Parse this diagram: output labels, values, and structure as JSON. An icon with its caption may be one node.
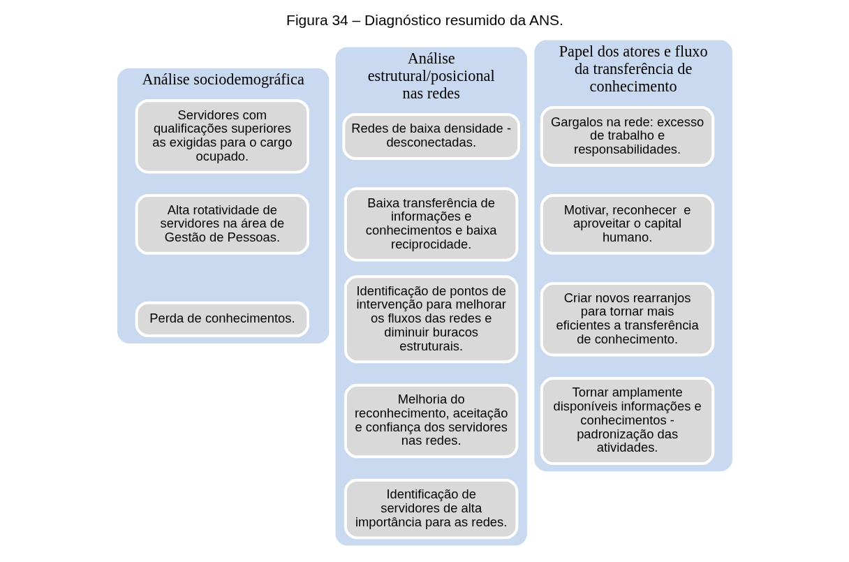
{
  "diagram": {
    "title": "Figura 34 – Diagnóstico resumido da ANS.",
    "nodes": [
      {
        "text": [
          "Análise sociodemográfica"
        ]
      },
      {
        "text": [
          "Servidores com qualificações superiores as exigidas para o cargo ocupado."
        ],
        "in": 0
      },
      {
        "text": [
          "Alta rotatividade de servidores na área de Gestão de Pessoas."
        ],
        "in": 0
      },
      {
        "text": [
          "Perda de conhecimentos."
        ],
        "in": 0
      },
      {
        "text": [
          "Análise estrutural/posicional nas redes"
        ]
      },
      {
        "text": [
          "Redes de baixa densidade - desconectadas."
        ],
        "in": 4
      },
      {
        "text": [
          "Baixa transferência de informações e conhecimentos e baixa reciprocidade."
        ],
        "in": 4
      },
      {
        "text": [
          "Identificação de pontos de intervenção para melhorar os fluxos das redes e diminuir buracos estruturais."
        ],
        "in": 4
      },
      {
        "text": [
          "Melhoria do reconhecimento, aceitação e confiança dos servidores nas redes."
        ],
        "in": 4
      },
      {
        "text": [
          "Identificação de servidores de alta importância para as redes."
        ],
        "in": 4
      },
      {
        "text": [
          "Papel dos atores e fluxo da transferência de conhecimento"
        ]
      },
      {
        "text": [
          "Gargalos na rede: excesso de trabalho e responsabilidades."
        ],
        "in": 10
      },
      {
        "text": [
          "Motivar, reconhecer  e aproveitar o capital humano."
        ],
        "in": 10
      },
      {
        "text": [
          "Criar novos rearranjos para tornar mais eficientes a transferência de conhecimento."
        ],
        "in": 10
      },
      {
        "text": [
          "Tornar amplamente disponíveis informações e conhecimentos - padronização das atividades."
        ],
        "in": 10
      }
    ],
    "edges": []
  }
}
